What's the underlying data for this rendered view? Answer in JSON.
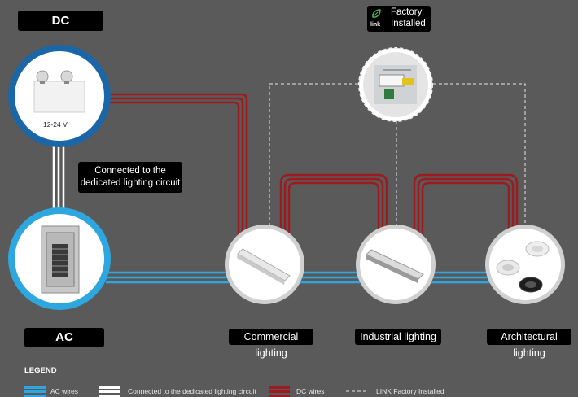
{
  "dc": {
    "label": "DC",
    "voltage": "12-24 V"
  },
  "ac": {
    "label": "AC"
  },
  "factory": {
    "link_text": "link",
    "line1": "Factory",
    "line2": "Installed"
  },
  "callout": {
    "line1": "Connected to the",
    "line2": "dedicated lighting circuit"
  },
  "fixtures": {
    "commercial": "Commercial lighting",
    "industrial": "Industrial lighting",
    "architectural": "Architectural lighting"
  },
  "legend": {
    "title": "LEGEND",
    "ac_wires": "AC wires",
    "dedicated": "Connected to the dedicated lighting circuit",
    "dc_wires": "DC wires",
    "link": "LINK Factory Installed"
  },
  "colors": {
    "background": "#5a5a5a",
    "ac_wire": "#2ea7e0",
    "dc_wire": "#9b1b1f",
    "dc_circle_ring": "#1a66a6",
    "ac_circle_ring": "#2ea7e0",
    "fixture_ring": "#d0d0d0",
    "tag_bg": "#000000"
  },
  "icons": [
    "emergency-light-icon",
    "electrical-panel-icon",
    "linear-fixture-icon",
    "industrial-fixture-icon",
    "downlight-icon",
    "driver-module-icon",
    "link-leaf-icon"
  ]
}
